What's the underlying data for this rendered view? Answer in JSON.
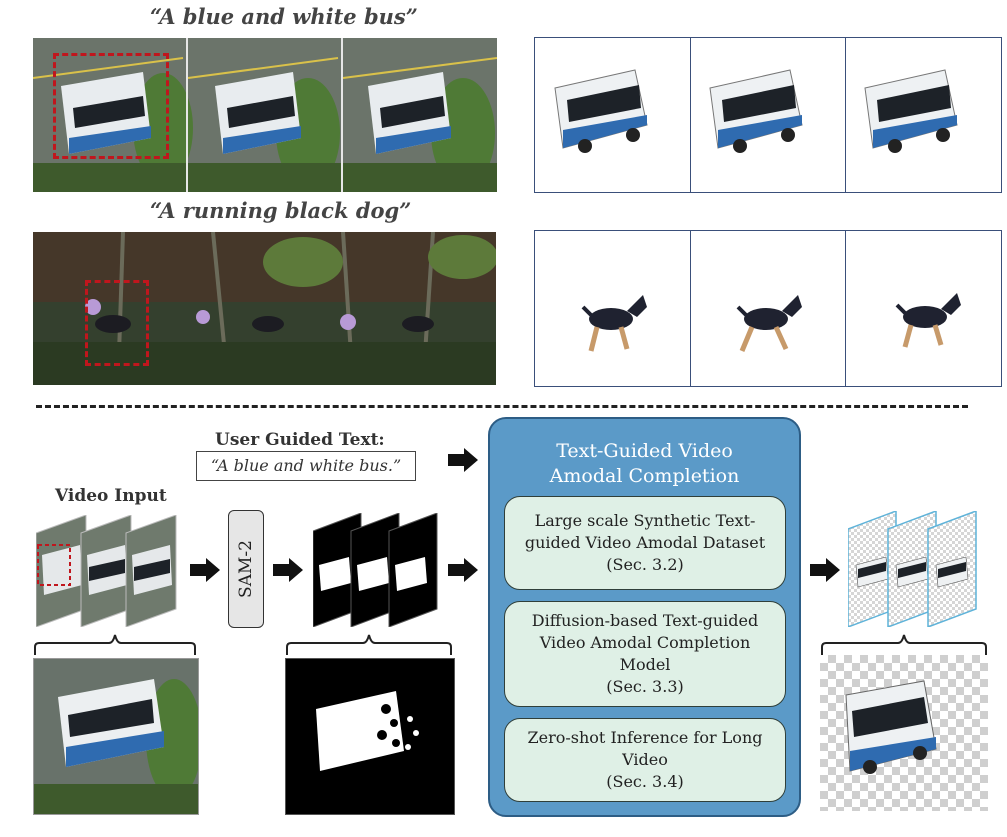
{
  "examples": [
    {
      "caption": "“A blue and white bus”"
    },
    {
      "caption": "“A running black dog”"
    }
  ],
  "user_text": {
    "label": "User Guided Text:",
    "value": "“A blue and white bus.”"
  },
  "video_input_label": "Video Input",
  "sam_label": "SAM-2",
  "main_box": {
    "title_line1": "Text-Guided Video",
    "title_line2": "Amodal Completion",
    "modules": [
      {
        "lines": [
          "Large scale Synthetic Text-",
          "guided Video Amodal Dataset",
          "(Sec. 3.2)"
        ]
      },
      {
        "lines": [
          "Diffusion-based Text-guided",
          "Video Amodal Completion",
          "Model",
          "(Sec. 3.3)"
        ]
      },
      {
        "lines": [
          "Zero-shot Inference for Long",
          "Video",
          "(Sec. 3.4)"
        ]
      }
    ]
  },
  "colors": {
    "main_box_fill": "#5b9ac8",
    "module_fill": "#dff0e6",
    "bbox_red": "#c0161d",
    "panel_border": "#3a4f7a"
  }
}
